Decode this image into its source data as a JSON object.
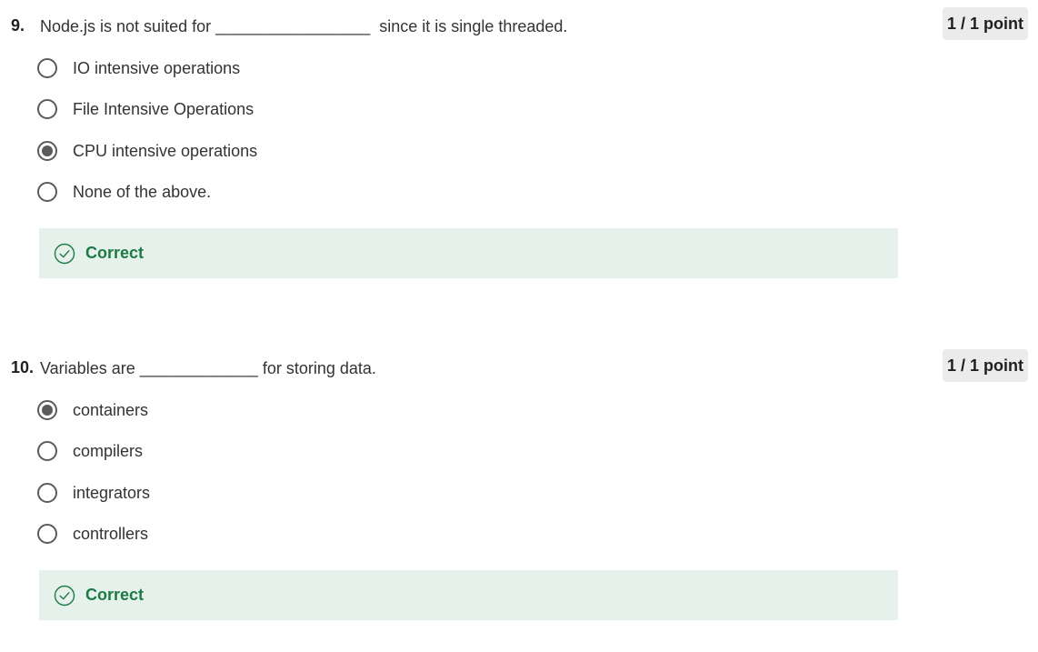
{
  "questions": [
    {
      "number": "9.",
      "text": "Node.js is not suited for _________________  since it is single threaded.",
      "points": "1 / 1 point",
      "options": [
        {
          "label": "IO intensive operations",
          "selected": false
        },
        {
          "label": "File Intensive Operations",
          "selected": false
        },
        {
          "label": "CPU intensive operations",
          "selected": true
        },
        {
          "label": "None of the above.",
          "selected": false
        }
      ],
      "feedback": "Correct"
    },
    {
      "number": "10.",
      "text": "Variables are _____________ for storing data.",
      "points": "1 / 1 point",
      "options": [
        {
          "label": "containers",
          "selected": true
        },
        {
          "label": "compilers",
          "selected": false
        },
        {
          "label": "integrators",
          "selected": false
        },
        {
          "label": "controllers",
          "selected": false
        }
      ],
      "feedback": "Correct"
    }
  ],
  "colors": {
    "feedback_bg": "#e6f1ec",
    "feedback_text": "#1d7a45",
    "radio": "#5b5b5b",
    "badge_bg": "#ebebeb"
  },
  "icons": {
    "feedback": "check-circle-icon"
  }
}
